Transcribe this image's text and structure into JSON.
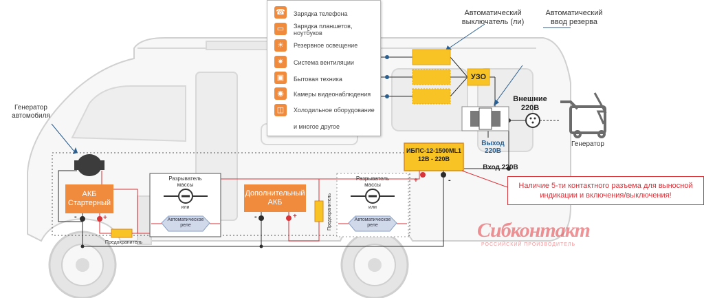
{
  "loads": [
    {
      "label": "Зарядка телефона",
      "icon": "phone-icon"
    },
    {
      "label": "Зарядка планшетов, ноутбуков",
      "icon": "tablet-icon"
    },
    {
      "label": "Резервное освещение",
      "icon": "bulb-icon"
    },
    {
      "label": "Система вентиляции",
      "icon": "fan-icon"
    },
    {
      "label": "Бытовая техника",
      "icon": "tv-icon"
    },
    {
      "label": "Камеры видеонаблюдения",
      "icon": "camera-icon"
    },
    {
      "label": "Холодильное оборудование",
      "icon": "fridge-icon"
    },
    {
      "label": "и многое другое",
      "icon": ""
    }
  ],
  "labels": {
    "auto_breaker": "Автоматический выключатель (ли)",
    "auto_reserve": "Автоматический ввод резерва",
    "uzo": "УЗО",
    "external_line1": "Внешние",
    "external_line2": "220В",
    "generator_car_line1": "Генератор",
    "generator_car_line2": "автомобиля",
    "generator": "Генератор",
    "output_line1": "Выход",
    "output_line2": "220В",
    "input": "Вход 220В",
    "ups_line1": "ИБПС-12-1500ML1",
    "ups_line2": "12В - 220В",
    "starter_battery_line1": "АКБ",
    "starter_battery_line2": "Стартерный",
    "aux_battery_line1": "Дополнительный",
    "aux_battery_line2": "АКБ",
    "disconnector_line1": "Разрыватель",
    "disconnector_line2": "массы",
    "or": "или",
    "auto_relay_line1": "Автоматическое",
    "auto_relay_line2": "реле",
    "fuse": "Предохранитель",
    "plus": "+",
    "minus": "-",
    "note": "Наличие 5-ти контактного разъема для выносной индикации и включения/выключения!",
    "brand": "Сибконтакт",
    "brand_sub": "РОССИЙСКИЙ ПРОИЗВОДИТЕЛЬ"
  },
  "colors": {
    "orange": "#f08a3c",
    "yellow": "#f7c325",
    "red": "#d9333a",
    "blue_line": "#2a5f8f",
    "van_line": "#d2d2d2",
    "wire": "#2b2b2b"
  }
}
